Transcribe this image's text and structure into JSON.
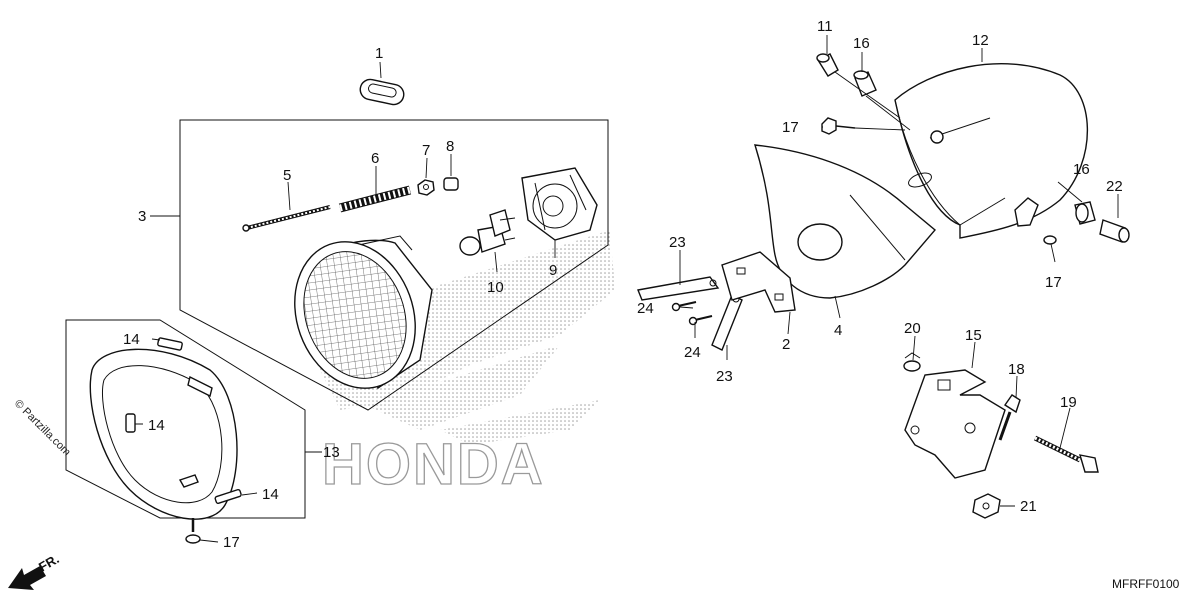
{
  "diagram": {
    "callouts": {
      "p1": "1",
      "p2": "2",
      "p3": "3",
      "p4": "4",
      "p5": "5",
      "p6": "6",
      "p7": "7",
      "p8": "8",
      "p9": "9",
      "p10": "10",
      "p11": "11",
      "p12": "12",
      "p13": "13",
      "p14a": "14",
      "p14b": "14",
      "p14c": "14",
      "p15": "15",
      "p16a": "16",
      "p16b": "16",
      "p17a": "17",
      "p17b": "17",
      "p17c": "17",
      "p18": "18",
      "p19": "19",
      "p20": "20",
      "p21": "21",
      "p22": "22",
      "p23a": "23",
      "p23b": "23",
      "p24a": "24",
      "p24b": "24"
    },
    "watermark": "HONDA",
    "copyright": "© Partzilla.com",
    "direction_label": "FR.",
    "diagram_code": "MFRFF0100"
  },
  "colors": {
    "line": "#111111",
    "halftone": "#9a9a9a",
    "background": "#ffffff"
  }
}
